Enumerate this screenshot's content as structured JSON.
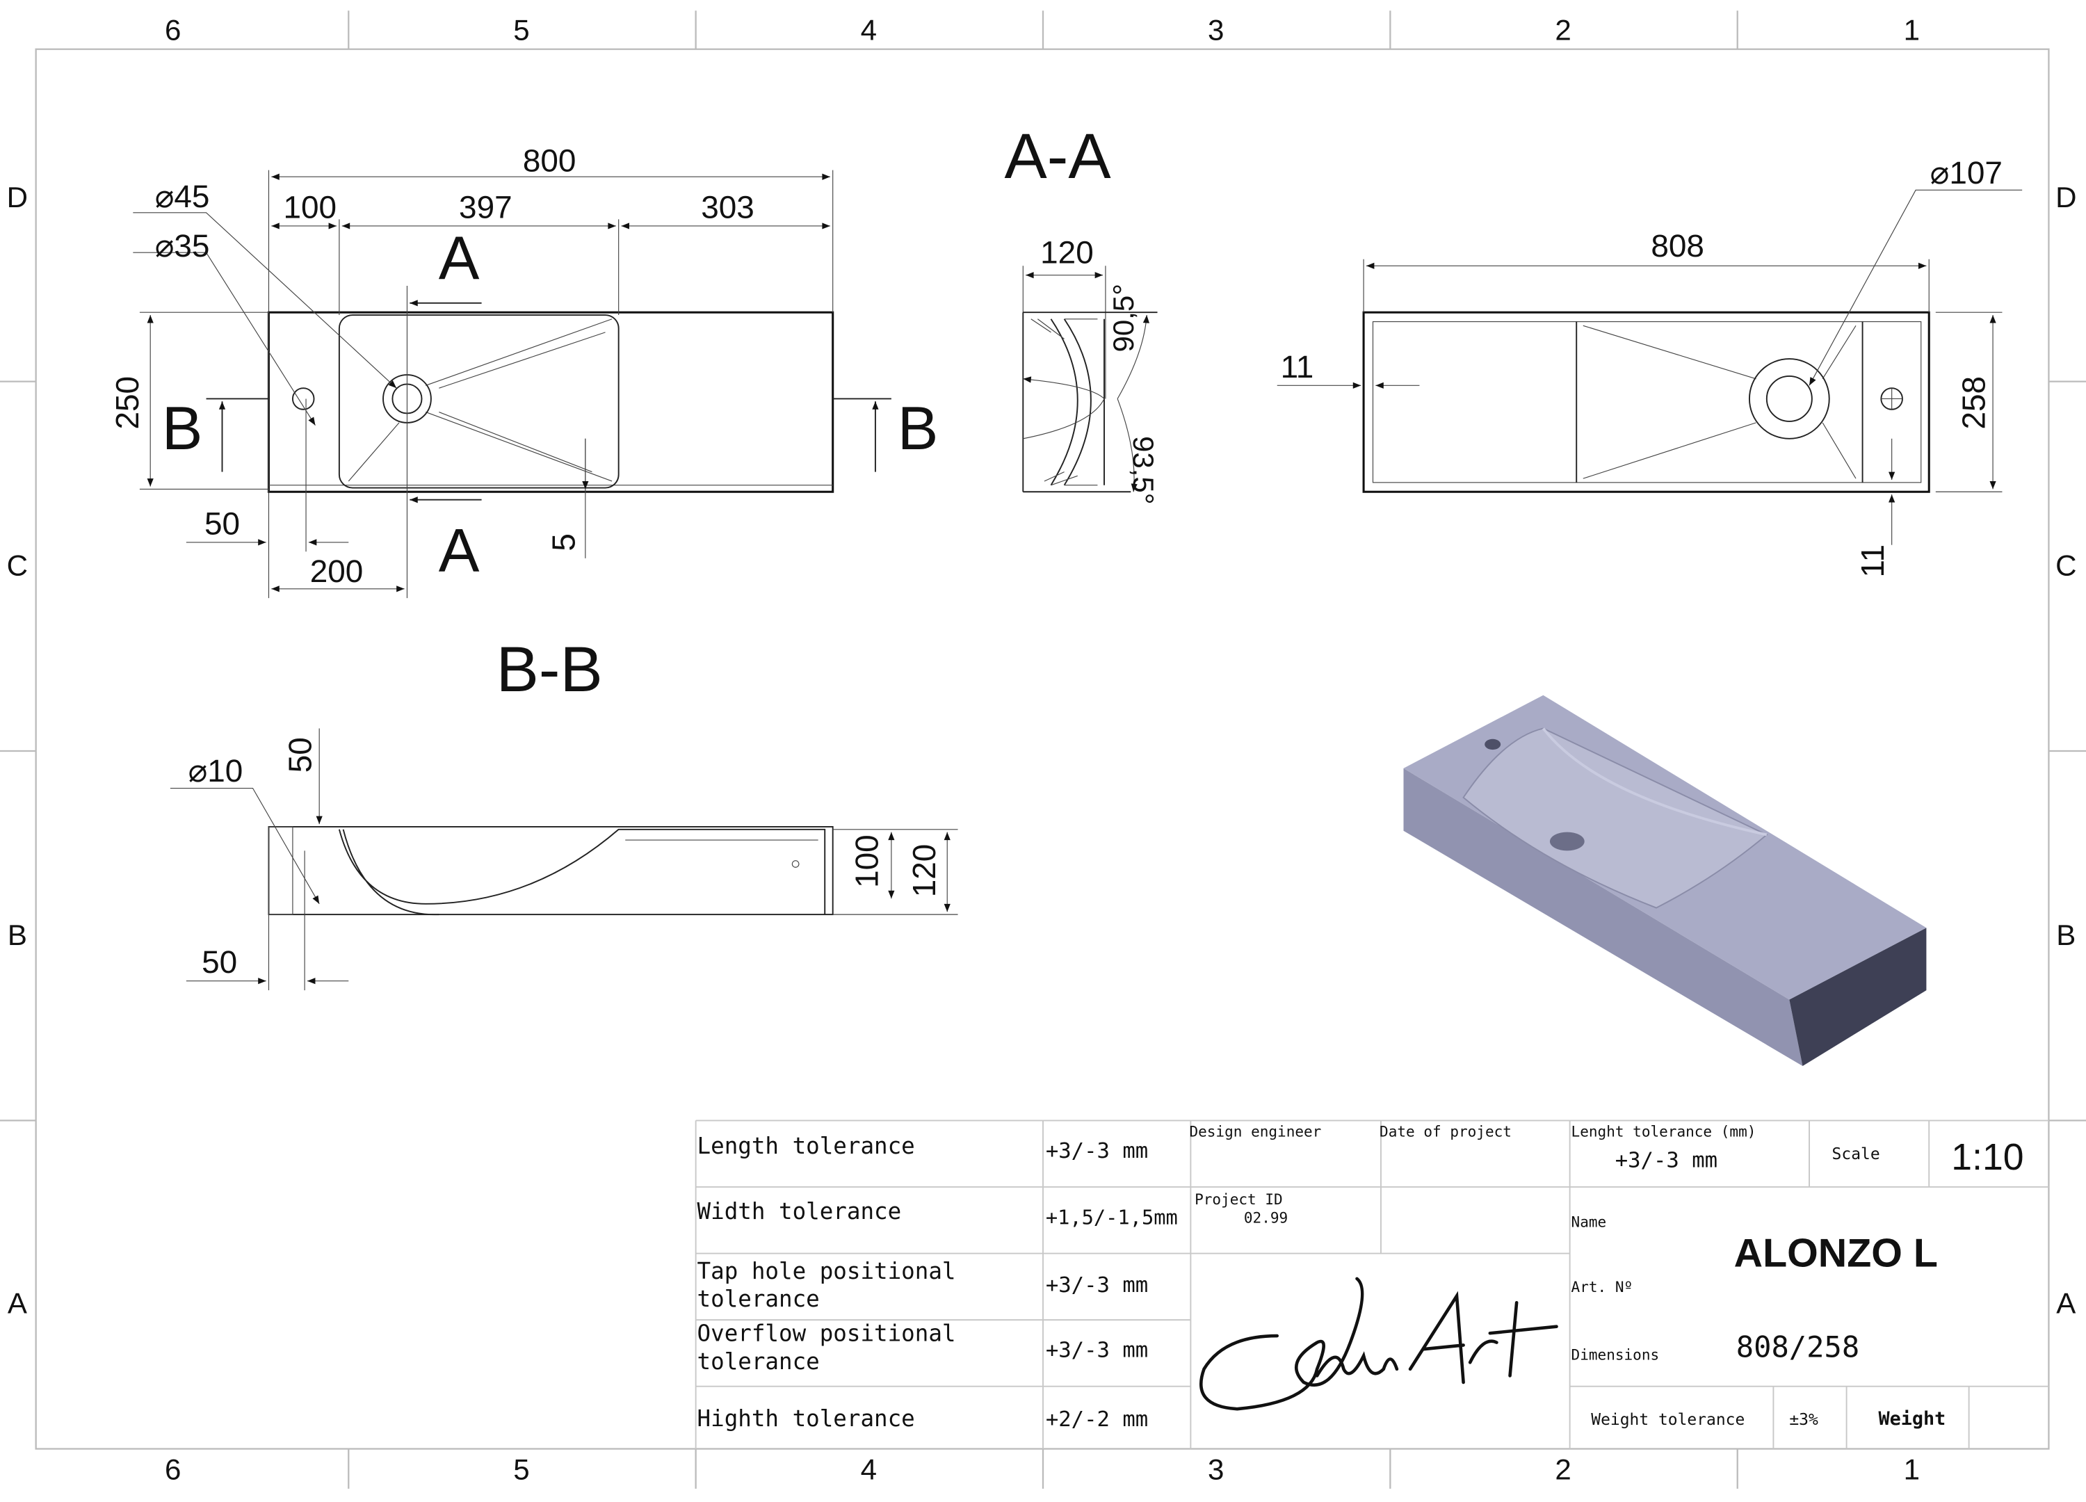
{
  "frame": {
    "columns": [
      "6",
      "5",
      "4",
      "3",
      "2",
      "1"
    ],
    "rows": [
      "D",
      "C",
      "B",
      "A"
    ]
  },
  "top_view": {
    "dim_total": "800",
    "dim_left": "100",
    "dim_basin": "397",
    "dim_right": "303",
    "dia_drain_outer": "⌀45",
    "dia_drain_inner": "⌀35",
    "section_a": "A",
    "section_b": "B",
    "dim_width": "250",
    "dim_tap_offset": "50",
    "dim_drain_offset": "200",
    "dim_wall": "5"
  },
  "section_aa": {
    "title": "A-A",
    "dim_height": "120",
    "angle_top": "90,5°",
    "angle_bottom": "93,5°"
  },
  "bottom_view": {
    "dim_length": "808",
    "dia_drain": "⌀107",
    "dim_wall_left": "11",
    "dim_depth": "258",
    "dim_wall_bottom": "11"
  },
  "section_bb": {
    "title": "B-B",
    "dia_overflow": "⌀10",
    "dim_top": "50",
    "dim_inner_height": "100",
    "dim_height": "120",
    "dim_offset": "50"
  },
  "render_colors": {
    "top": "#a9abc6",
    "front": "#9193b0",
    "end": "#3e4055",
    "basin": "#b9bbd2"
  },
  "title_block": {
    "tolerances": [
      {
        "label": "Length tolerance",
        "value": "+3/-3 mm"
      },
      {
        "label": "Width tolerance",
        "value": "+1,5/-1,5mm"
      },
      {
        "label": "Tap hole positional",
        "label2": "tolerance",
        "value": "+3/-3 mm"
      },
      {
        "label": "Overflow positional",
        "label2": "tolerance",
        "value": "+3/-3 mm"
      },
      {
        "label": "Highth tolerance",
        "value": "+2/-2 mm"
      }
    ],
    "design_engineer_label": "Design engineer",
    "date_label": "Date of project",
    "project_id_label": "Project ID",
    "project_id": "02.99",
    "length_tol_label": "Lenght tolerance (mm)",
    "length_tol_value": "+3/-3 mm",
    "scale_label": "Scale",
    "scale_value": "1:10",
    "name_label": "Name",
    "name_value": "ALONZO L",
    "art_label": "Art. Nº",
    "dimensions_label": "Dimensions",
    "dimensions_value": "808/258",
    "weight_tol_label": "Weight tolerance",
    "weight_tol_value": "±3%",
    "weight_label": "Weight",
    "signature": "LunArt"
  }
}
